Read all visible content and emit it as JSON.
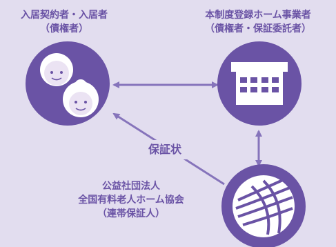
{
  "diagram": {
    "tenant": {
      "line1": "入居契約者・入居者",
      "line2": "（債権者）"
    },
    "operator": {
      "line1": "本制度登録ホーム事業者",
      "line2": "（債権者・保証委託者）"
    },
    "association": {
      "line1": "公益社団法人",
      "line2": "全国有料老人ホーム協会",
      "line3": "（連帯保証人）"
    },
    "certificate": "保証状"
  },
  "colors": {
    "background": "#e2ddef",
    "circle": "#6a53a5",
    "arrow": "#8674bb",
    "text": "#6a53a5",
    "icon_light": "#ffffff",
    "face": "#ebe3f3"
  }
}
